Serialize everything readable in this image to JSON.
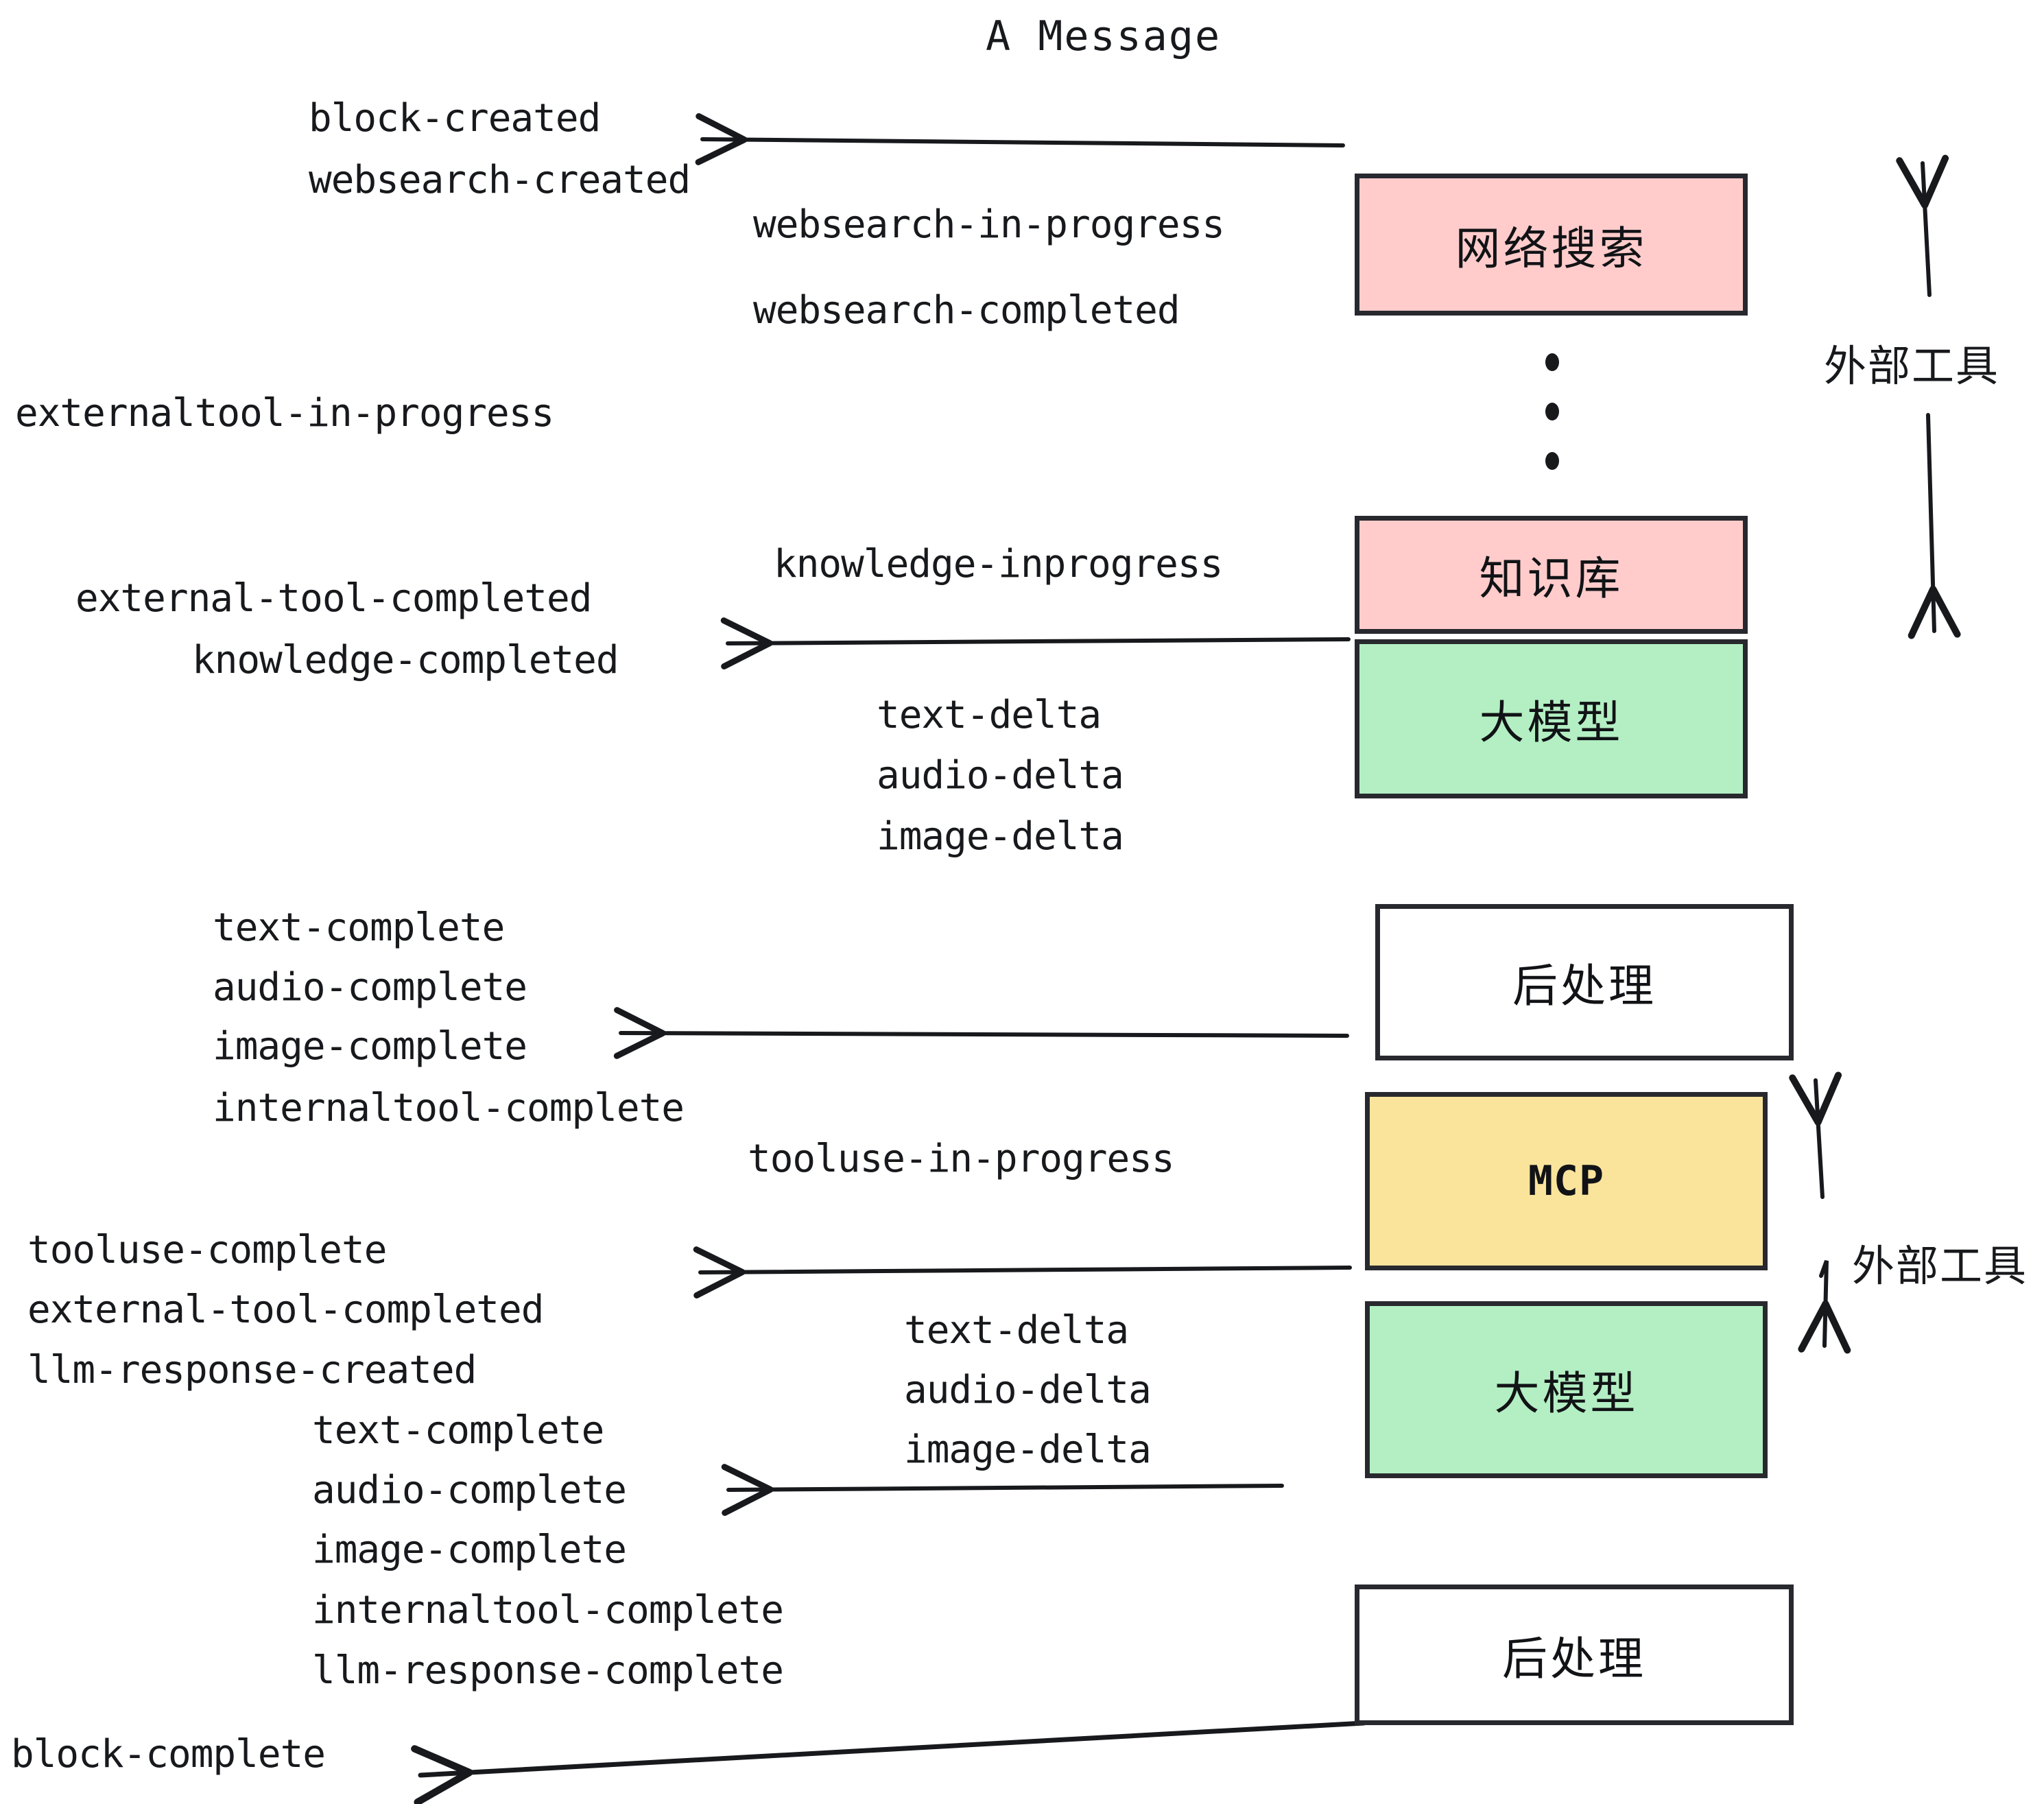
{
  "title": "A Message",
  "colors": {
    "pink": "#FFCCCB",
    "green": "#B3EFC3",
    "yellow": "#FAE49C",
    "white": "#FFFFFF",
    "stroke": "#27292E",
    "text": "#17191C"
  },
  "boxes": {
    "websearch": "网络搜索",
    "knowledge": "知识库",
    "llm_1": "大模型",
    "postprocess_1": "后处理",
    "mcp": "MCP",
    "llm_2": "大模型",
    "postprocess_2": "后处理"
  },
  "side_labels": {
    "external_tool_top": "外部工具",
    "external_tool_bottom": "外部工具"
  },
  "events": {
    "block_created": "block-created",
    "websearch_created": "websearch-created",
    "websearch_in_progress": "websearch-in-progress",
    "websearch_completed": "websearch-completed",
    "externaltool_in_progress": "externaltool-in-progress",
    "knowledge_inprogress": "knowledge-inprogress",
    "external_tool_completed_1": "external-tool-completed",
    "knowledge_completed": "knowledge-completed",
    "text_delta_1": "text-delta",
    "audio_delta_1": "audio-delta",
    "image_delta_1": "image-delta",
    "text_complete_1": "text-complete",
    "audio_complete_1": "audio-complete",
    "image_complete_1": "image-complete",
    "internaltool_complete_1": "internaltool-complete",
    "tooluse_in_progress": "tooluse-in-progress",
    "tooluse_complete": "tooluse-complete",
    "external_tool_completed_2": "external-tool-completed",
    "llm_response_created": "llm-response-created",
    "text_delta_2": "text-delta",
    "audio_delta_2": "audio-delta",
    "image_delta_2": "image-delta",
    "text_complete_2": "text-complete",
    "audio_complete_2": "audio-complete",
    "image_complete_2": "image-complete",
    "internaltool_complete_2": "internaltool-complete",
    "llm_response_complete": "llm-response-complete",
    "block_complete": "block-complete"
  }
}
